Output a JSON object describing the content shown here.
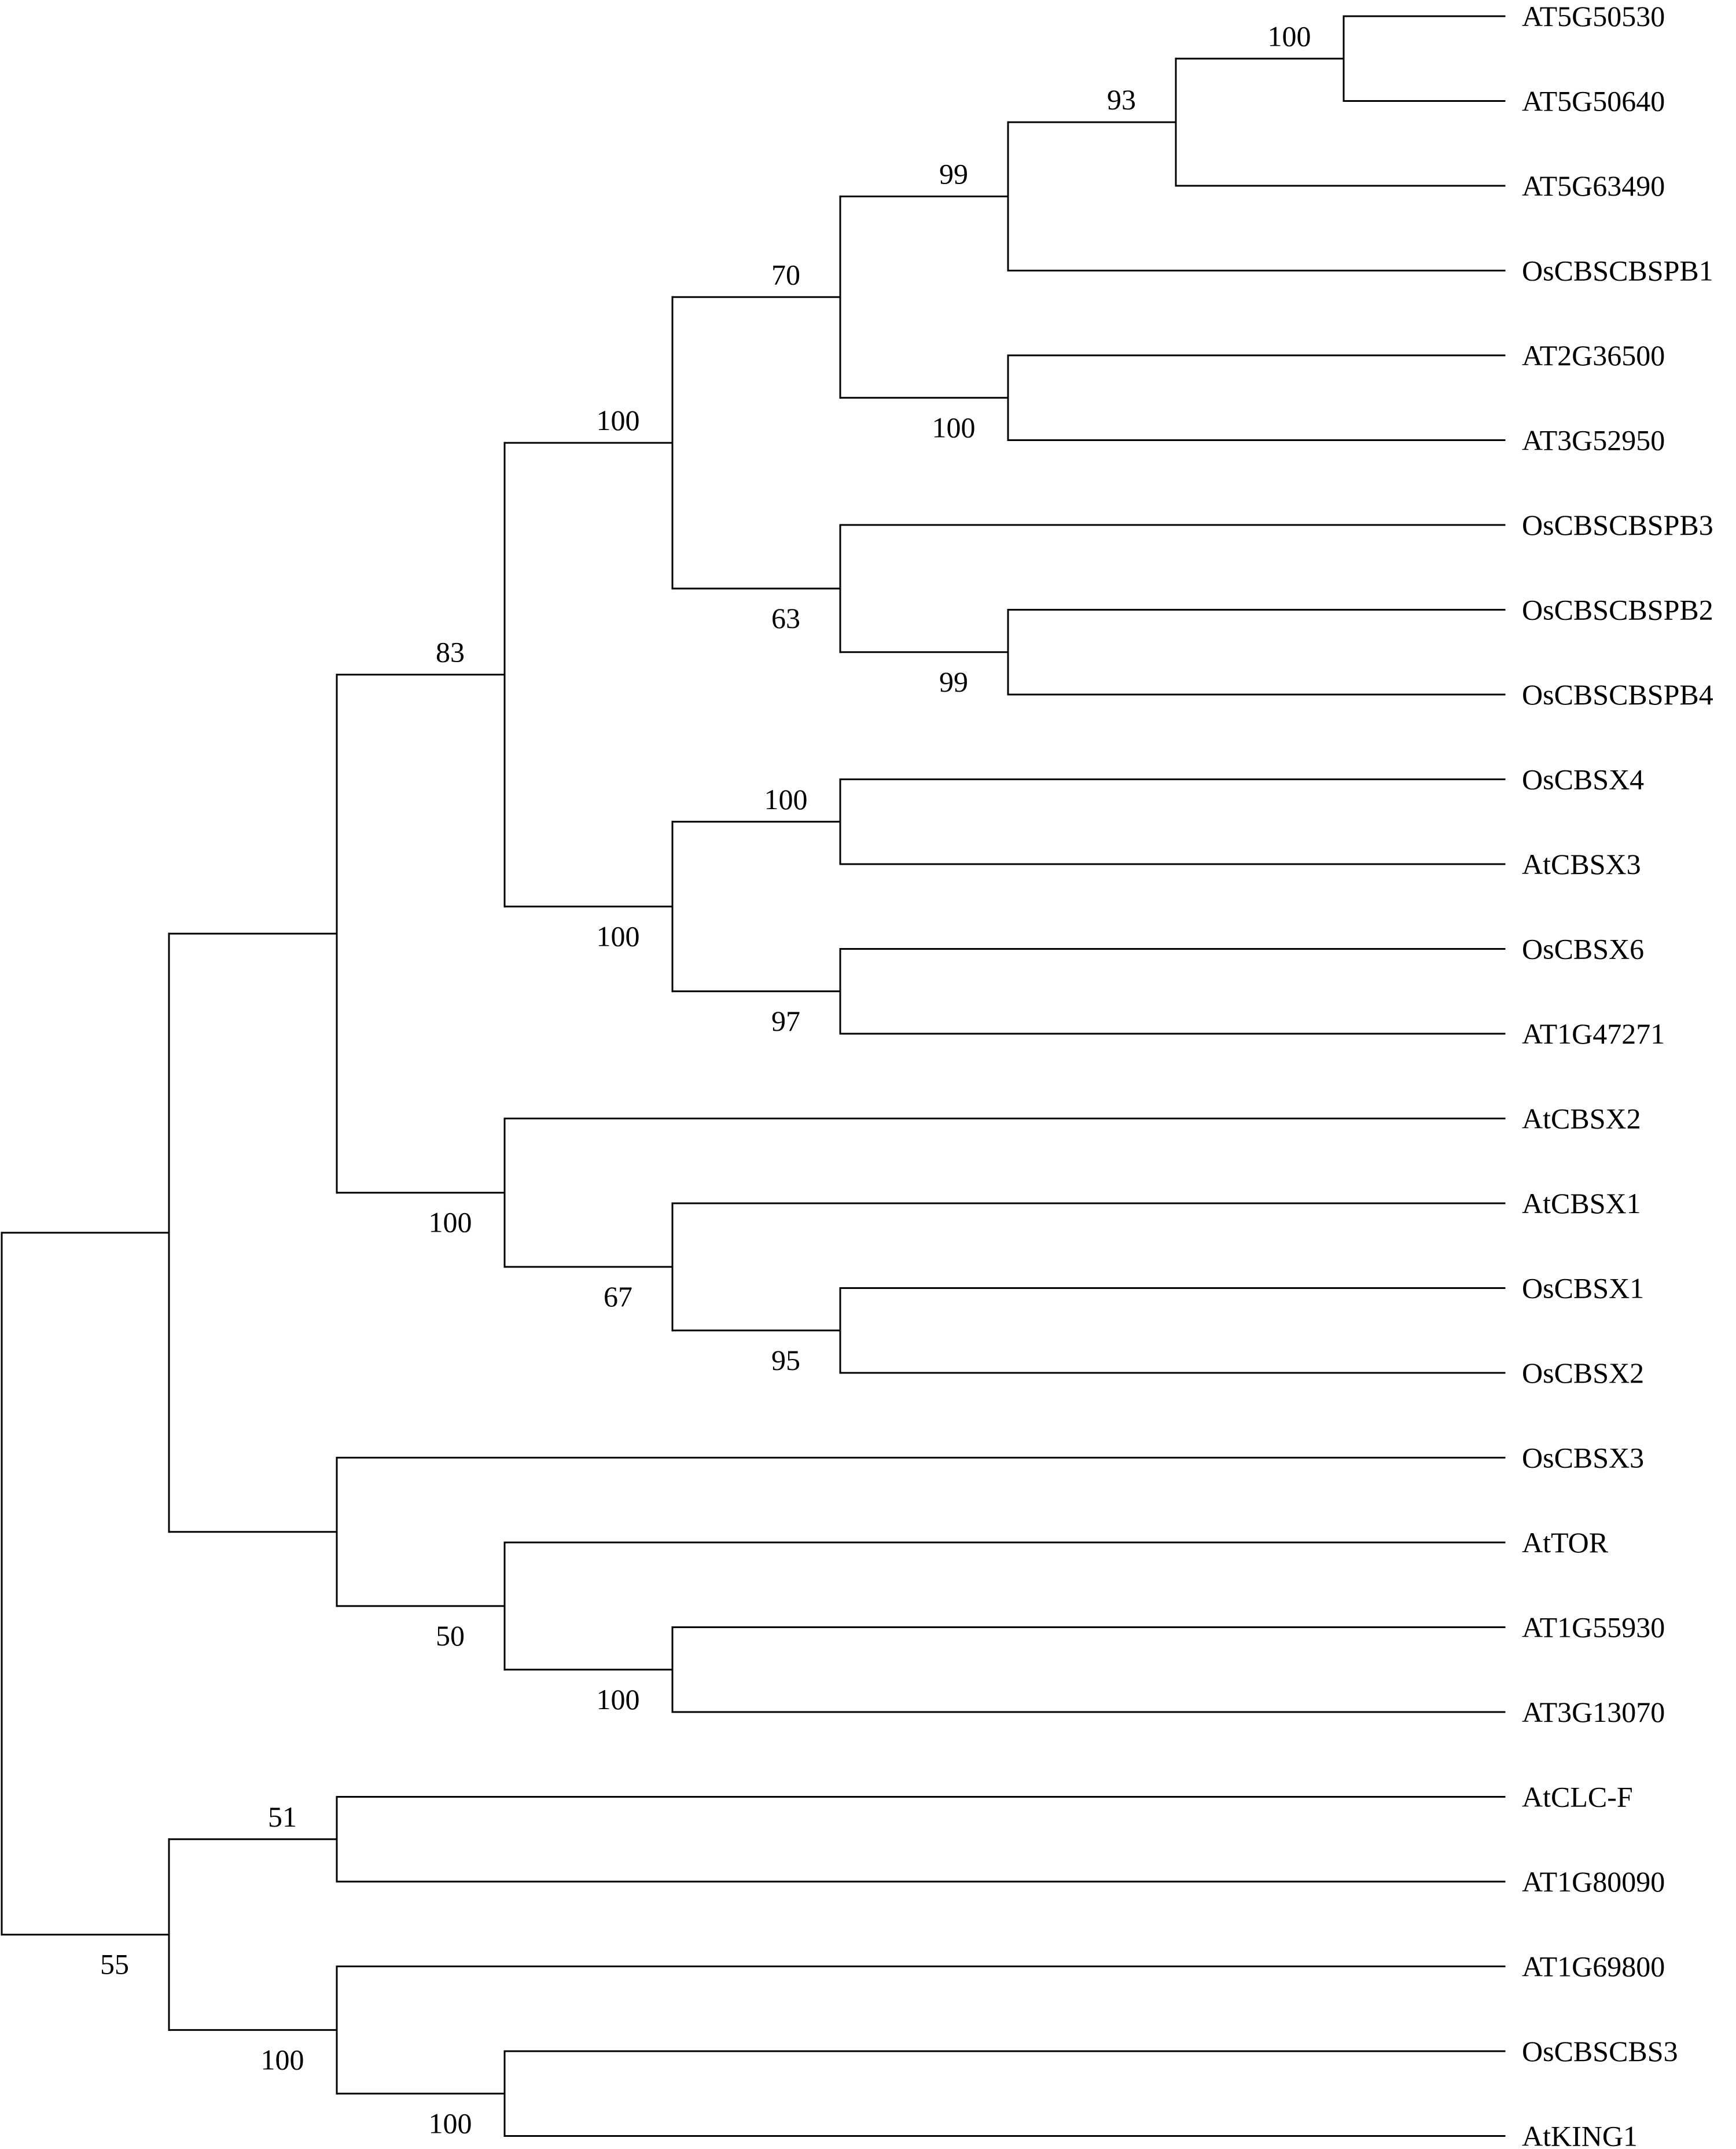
{
  "tree": {
    "leaves": [
      "AT5G50530",
      "AT5G50640",
      "AT5G63490",
      "OsCBSCBSPB1",
      "AT2G36500",
      "AT3G52950",
      "OsCBSCBSPB3",
      "OsCBSCBSPB2",
      "OsCBSCBSPB4",
      "OsCBSX4",
      "AtCBSX3",
      "OsCBSX6",
      "AT1G47271",
      "AtCBSX2",
      "AtCBSX1",
      "OsCBSX1",
      "OsCBSX2",
      "OsCBSX3",
      "AtTOR",
      "AT1G55930",
      "AT3G13070",
      "AtCLC-F",
      "AT1G80090",
      "AT1G69800",
      "OsCBSCBS3",
      "AtKING1"
    ],
    "root": {
      "children": [
        {
          "children": [
            {
              "label": "83",
              "children": [
                {
                  "label": "100",
                  "children": [
                    {
                      "label": "70",
                      "children": [
                        {
                          "label": "99",
                          "children": [
                            {
                              "label": "93",
                              "children": [
                                {
                                  "label": "100",
                                  "children": [
                                    {
                                      "leaf": 0
                                    },
                                    {
                                      "leaf": 1
                                    }
                                  ]
                                },
                                {
                                  "leaf": 2
                                }
                              ]
                            },
                            {
                              "leaf": 3
                            }
                          ]
                        },
                        {
                          "label": "100",
                          "children": [
                            {
                              "leaf": 4
                            },
                            {
                              "leaf": 5
                            }
                          ]
                        }
                      ]
                    },
                    {
                      "label": "63",
                      "children": [
                        {
                          "leaf": 6
                        },
                        {
                          "label": "99",
                          "children": [
                            {
                              "leaf": 7
                            },
                            {
                              "leaf": 8
                            }
                          ]
                        }
                      ]
                    }
                  ]
                },
                {
                  "label": "100",
                  "children": [
                    {
                      "label": "100",
                      "children": [
                        {
                          "leaf": 9
                        },
                        {
                          "leaf": 10
                        }
                      ]
                    },
                    {
                      "label": "97",
                      "children": [
                        {
                          "leaf": 11
                        },
                        {
                          "leaf": 12
                        }
                      ]
                    }
                  ]
                }
              ]
            },
            {
              "label": "100",
              "children": [
                {
                  "leaf": 13
                },
                {
                  "label": "67",
                  "children": [
                    {
                      "leaf": 14
                    },
                    {
                      "label": "95",
                      "children": [
                        {
                          "leaf": 15
                        },
                        {
                          "leaf": 16
                        }
                      ]
                    }
                  ]
                }
              ]
            }
          ]
        },
        {
          "children": [
            {
              "leaf": 17
            },
            {
              "label": "50",
              "children": [
                {
                  "leaf": 18
                },
                {
                  "label": "100",
                  "children": [
                    {
                      "leaf": 19
                    },
                    {
                      "leaf": 20
                    }
                  ]
                }
              ]
            }
          ]
        }
      ]
    }
  },
  "extra_branch": {
    "label": "55",
    "children": [
      {
        "label": "51",
        "children": [
          {
            "leaf": 21
          },
          {
            "leaf": 22
          }
        ]
      },
      {
        "label": "100",
        "children": [
          {
            "leaf": 23
          },
          {
            "label": "100",
            "children": [
              {
                "leaf": 24
              },
              {
                "leaf": 25
              }
            ]
          }
        ]
      }
    ]
  }
}
